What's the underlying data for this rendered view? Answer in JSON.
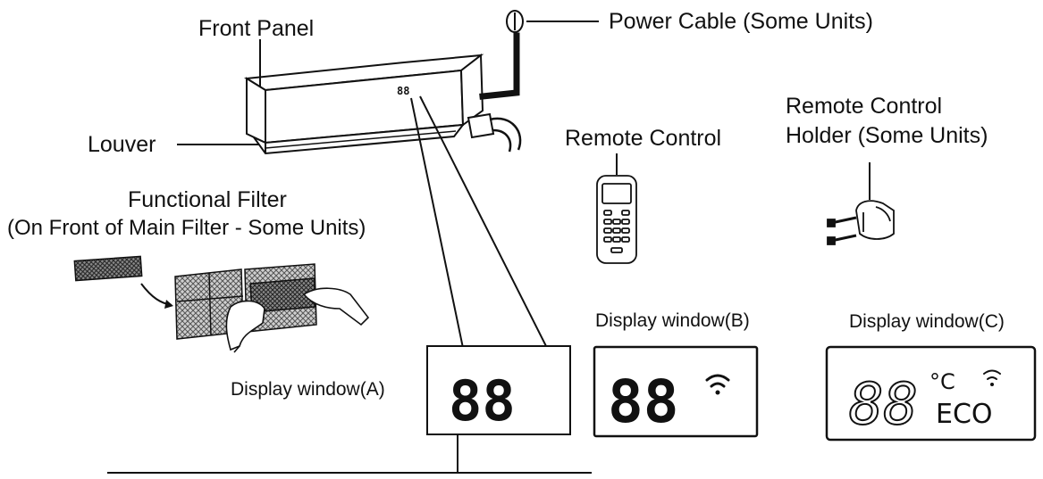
{
  "labels": {
    "front_panel": "Front Panel",
    "power_cable": "Power Cable (Some Units)",
    "louver": "Louver",
    "remote_control": "Remote Control",
    "remote_holder_line1": "Remote Control",
    "remote_holder_line2": "Holder (Some Units)",
    "filter_line1": "Functional Filter",
    "filter_line2": "(On Front of Main Filter - Some Units)"
  },
  "displays": {
    "a": {
      "label": "Display window(A)",
      "digits": "88"
    },
    "b": {
      "label": "Display window(B)",
      "digits": "88"
    },
    "c": {
      "label": "Display window(C)",
      "digits": "88",
      "unit": "°C",
      "mode": "ECO"
    }
  },
  "unit_display_digits": "88",
  "colors": {
    "ink": "#111111",
    "background": "#ffffff",
    "shade": "#9a9a9a"
  }
}
